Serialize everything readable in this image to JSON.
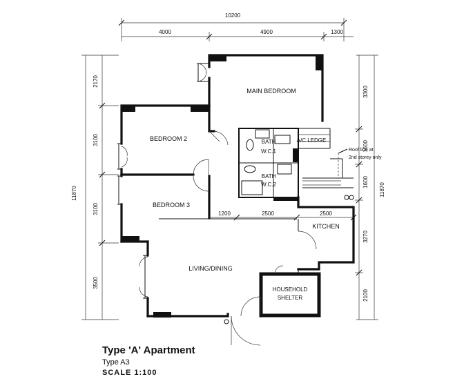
{
  "rooms": {
    "main_bedroom": "MAIN BEDROOM",
    "bedroom2": "BEDROOM 2",
    "bedroom3": "BEDROOM 3",
    "bath1_line1": "BATH",
    "bath1_line2": "W.C.1",
    "bath2_line1": "BATH",
    "bath2_line2": "W.C.2",
    "ac_ledge": "A/C LEDGE",
    "kitchen": "KITCHEN",
    "living_dining": "LIVING/DINING",
    "shelter_line1": "HOUSEHOLD",
    "shelter_line2": "SHELTER"
  },
  "annotations": {
    "roof_line_1": "Roof line at",
    "roof_line_2": "2nd storey only"
  },
  "dimensions": {
    "top_total": "10200",
    "top_1": "4000",
    "top_2": "4900",
    "top_3": "1300",
    "left_total": "11870",
    "left_1": "2170",
    "left_2": "3100",
    "left_3": "3100",
    "left_4": "3500",
    "right_total": "11870",
    "right_1": "3300",
    "right_2": "1600",
    "right_3": "1600",
    "right_4": "3270",
    "right_5": "2100",
    "inner_1": "1200",
    "inner_2": "2500",
    "inner_3": "2500"
  },
  "caption": {
    "title": "Type 'A' Apartment",
    "type": "Type A3",
    "scale": "SCALE  1:100"
  }
}
